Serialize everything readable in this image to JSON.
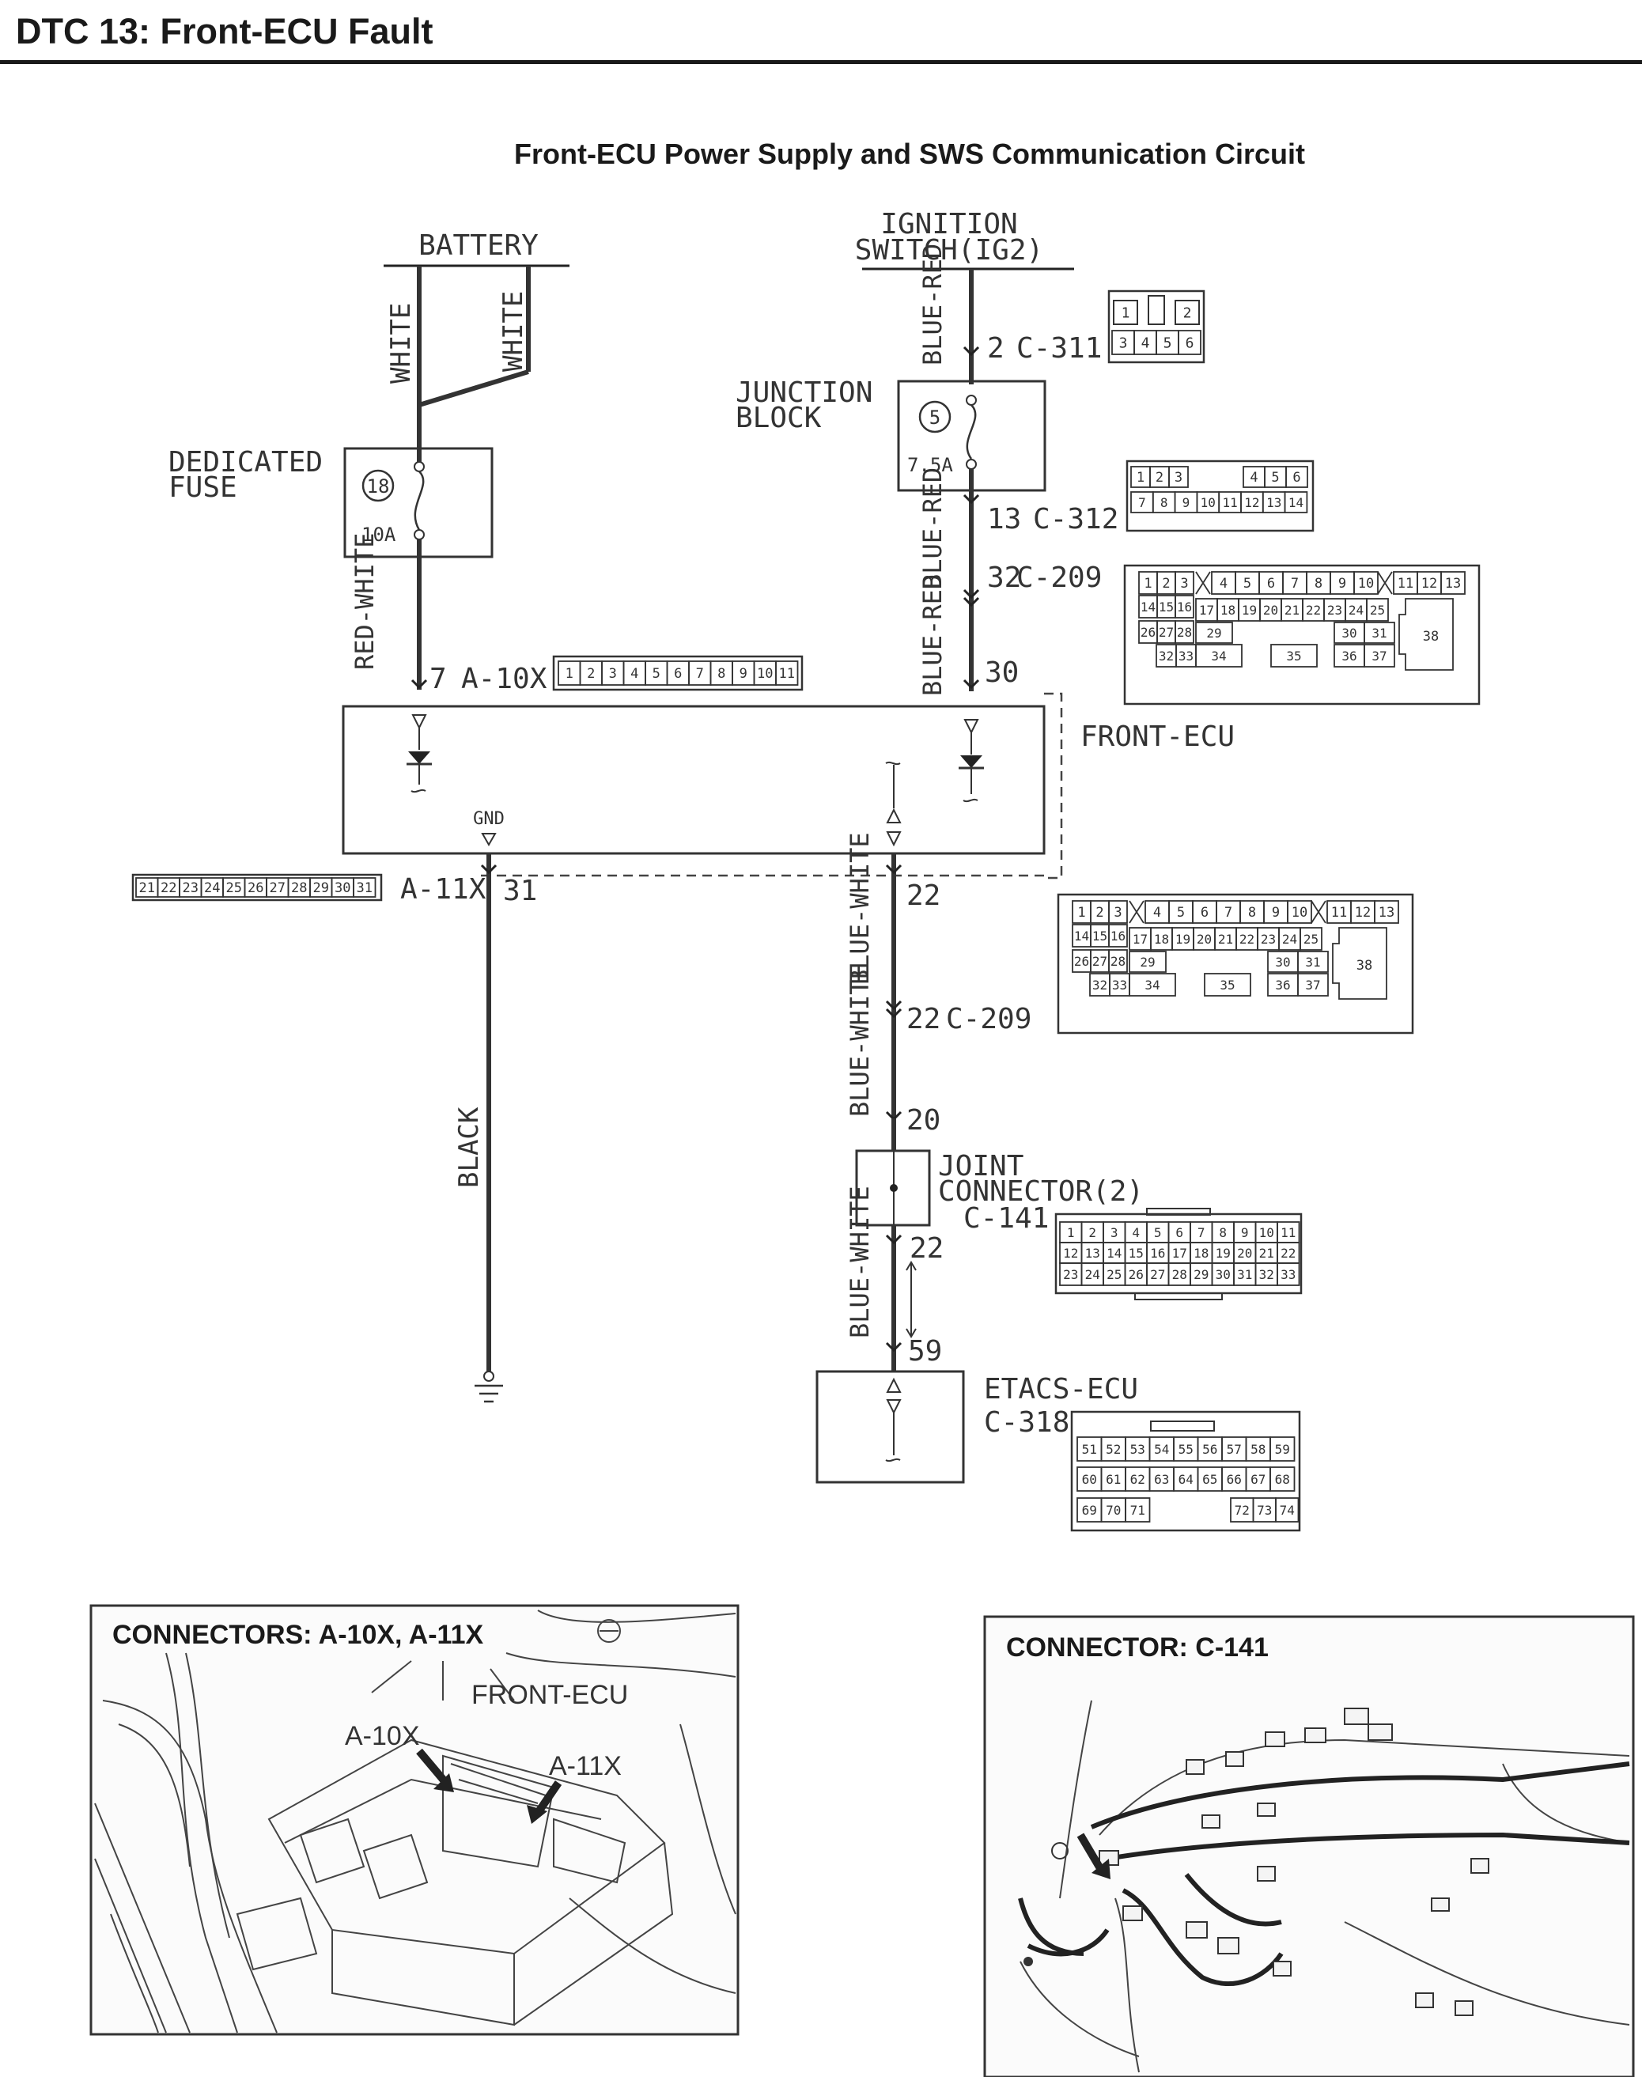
{
  "header": {
    "title": "DTC 13: Front-ECU Fault"
  },
  "diagram": {
    "title": "Front-ECU Power Supply and SWS Communication Circuit",
    "battery": {
      "label": "BATTERY",
      "wire1": "WHITE",
      "wire2": "WHITE"
    },
    "dedicated_fuse": {
      "label_line1": "DEDICATED",
      "label_line2": "FUSE",
      "number": "18",
      "rating": "10A"
    },
    "fuse_to_ecu_wire": "RED-WHITE",
    "a10x": {
      "pin": "7",
      "name": "A-10X",
      "pins": [
        "1",
        "2",
        "3",
        "4",
        "5",
        "6",
        "7",
        "8",
        "9",
        "10",
        "11"
      ]
    },
    "ignition": {
      "line1": "IGNITION",
      "line2": "SWITCH(IG2)"
    },
    "ign_wire": "BLUE-RED",
    "c311": {
      "pin": "2",
      "name": "C-311",
      "pins": [
        "1",
        "2",
        "3",
        "4",
        "5",
        "6"
      ]
    },
    "junction_block": {
      "line1": "JUNCTION",
      "line2": "BLOCK",
      "number": "5",
      "rating": "7.5A"
    },
    "c312": {
      "pin": "13",
      "name": "C-312",
      "row1": [
        "1",
        "2",
        "3",
        "4",
        "5",
        "6"
      ],
      "row2": [
        "7",
        "8",
        "9",
        "10",
        "11",
        "12",
        "13",
        "14"
      ]
    },
    "jb_wire": "BLUE-RED",
    "c209_top": {
      "pin": "32",
      "name": "C-209"
    },
    "ecu_in_wire": "BLUE-RED",
    "ecu_pin_30": "30",
    "front_ecu": {
      "label": "FRONT-ECU",
      "gnd": "GND"
    },
    "a11x": {
      "name": "A-11X",
      "pin": "31",
      "pins": [
        "21",
        "22",
        "23",
        "24",
        "25",
        "26",
        "27",
        "28",
        "29",
        "30",
        "31"
      ]
    },
    "ground_wire": "BLACK",
    "c209_conn": {
      "row1a": [
        "1",
        "2",
        "3"
      ],
      "row1b": [
        "4",
        "5",
        "6",
        "7",
        "8",
        "9",
        "10"
      ],
      "row1c": [
        "11",
        "12",
        "13"
      ],
      "row2": [
        "14",
        "15",
        "16",
        "17",
        "18",
        "19",
        "20",
        "21",
        "22",
        "23",
        "24",
        "25"
      ],
      "row3": [
        "26",
        "27",
        "28",
        "29",
        "30",
        "31"
      ],
      "row4": [
        "32",
        "33",
        "34",
        "35",
        "36",
        "37"
      ],
      "pin38": "38"
    },
    "ecu_pin_22": "22",
    "comm_wire1": "BLUE-WHITE",
    "c209_bottom": {
      "pin": "22",
      "name": "C-209"
    },
    "comm_wire2": "BLUE-WHITE",
    "jc_pin_in": "20",
    "joint_connector": {
      "line1": "JOINT",
      "line2": "CONNECTOR(2)",
      "name": "C-141"
    },
    "jc_pin_out": "22",
    "c141": {
      "row1": [
        "1",
        "2",
        "3",
        "4",
        "5",
        "6",
        "7",
        "8",
        "9",
        "10",
        "11"
      ],
      "row2": [
        "12",
        "13",
        "14",
        "15",
        "16",
        "17",
        "18",
        "19",
        "20",
        "21",
        "22"
      ],
      "row3": [
        "23",
        "24",
        "25",
        "26",
        "27",
        "28",
        "29",
        "30",
        "31",
        "32",
        "33"
      ]
    },
    "comm_wire3": "BLUE-WHITE",
    "etacs_pin": "59",
    "etacs": {
      "label": "ETACS-ECU",
      "name": "C-318"
    },
    "c318": {
      "row1": [
        "51",
        "52",
        "53",
        "54",
        "55",
        "56",
        "57",
        "58",
        "59"
      ],
      "row2": [
        "60",
        "61",
        "62",
        "63",
        "64",
        "65",
        "66",
        "67",
        "68"
      ],
      "row3a": [
        "69",
        "70",
        "71"
      ],
      "row3b": [
        "72",
        "73",
        "74"
      ]
    }
  },
  "inset_left": {
    "title": "CONNECTORS: A-10X, A-11X",
    "label_ecu": "FRONT-ECU",
    "label_a10x": "A-10X",
    "label_a11x": "A-11X"
  },
  "inset_right": {
    "title": "CONNECTOR: C-141"
  }
}
